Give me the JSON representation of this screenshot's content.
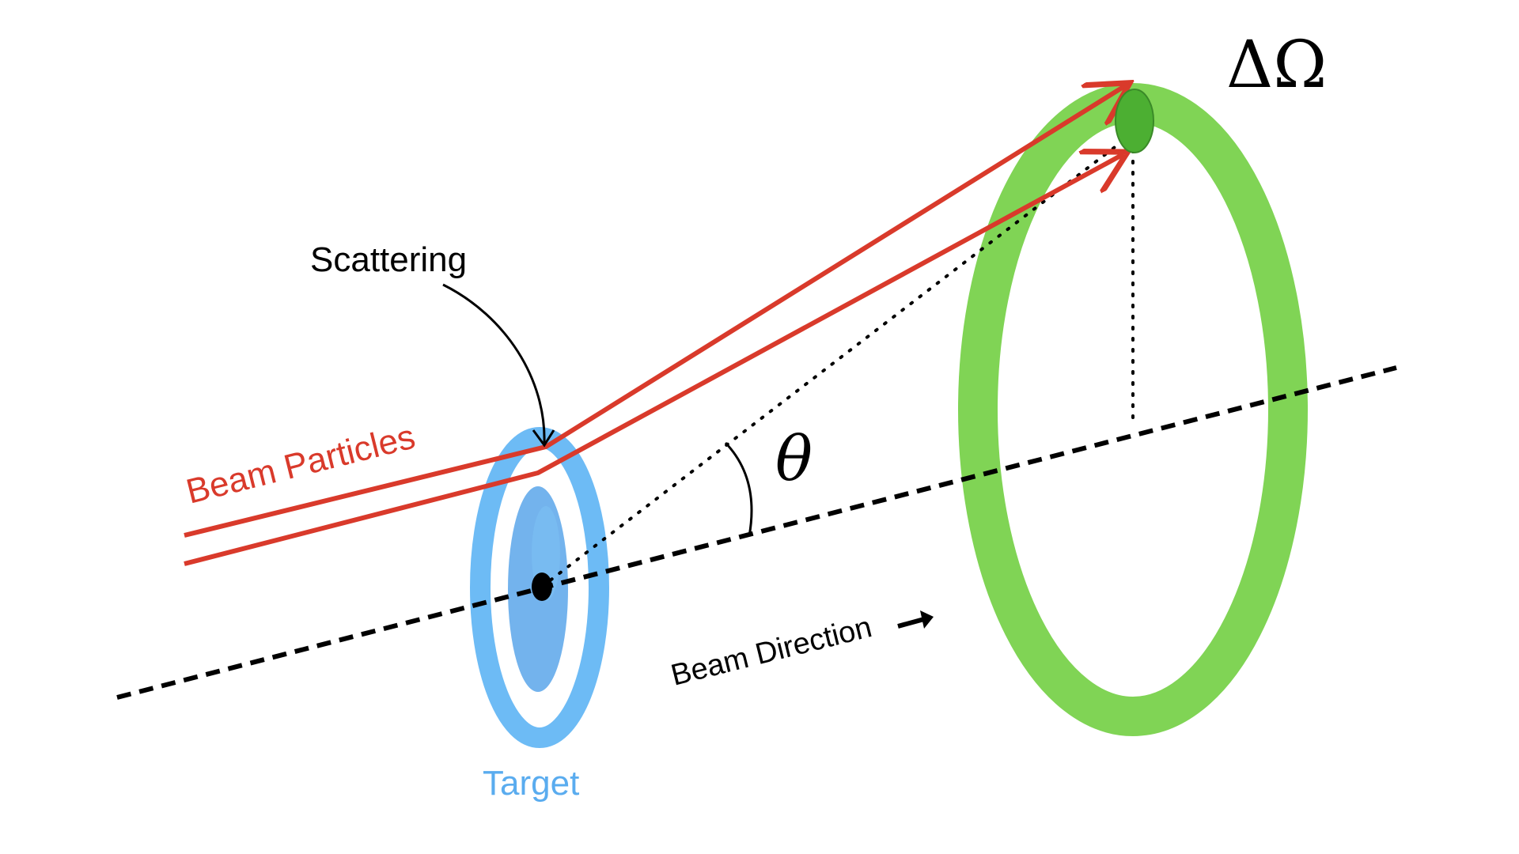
{
  "labels": {
    "solid_angle": "ΔΩ",
    "scattering": "Scattering",
    "beam_particles": "Beam Particles",
    "angle": "θ",
    "beam_direction": "Beam Direction",
    "target": "Target"
  },
  "colors": {
    "target": "#6dbbf5",
    "target_inner": "#5aa6ea",
    "detector_ring": "#80d455",
    "detector_spot": "#4caf32",
    "beam": "#d93a2b",
    "axis": "#000000",
    "target_label": "#5aacef",
    "beam_label": "#d93a2b"
  }
}
